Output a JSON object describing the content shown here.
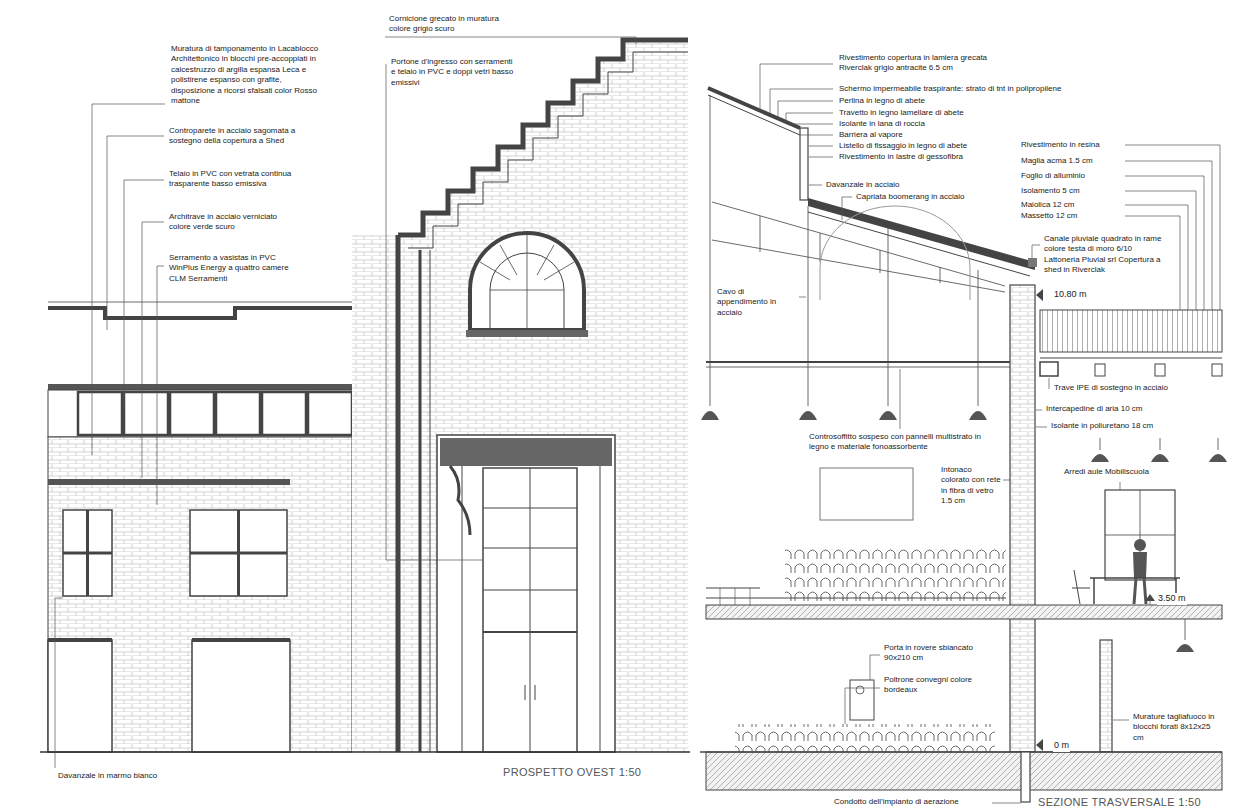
{
  "diagram": {
    "labels": [
      "Muratura di tamponamento in Lacablocco Architettonico in blocchi pre-accoppiati in calcestruzzo di argilla espansa Leca e polistirene espanso con grafite, disposizione a ricorsi sfalsati color Rosso mattone",
      "Controparete in acciaio sagomata a sostegno della copertura a Shed",
      "Telaio in PVC con vetrata continua trasparente basso emissiva",
      "Architrave in acciaio verniciato colore verde scuro",
      "Serramento a vasistas in PVC WinPlus Energy a quattro camere CLM Serramenti",
      "Cornicione grecato in muratura colore grigio scuro",
      "Portone d'ingresso con serramenti e telaio in PVC e doppi vetri basso emissivi",
      "Davanzale in marmo bianco",
      "PROSPETTO OVEST 1:50",
      "Rivestimento copertura in lamiera grecata Riverclak grigio antracite 6.5 cm",
      "Schermo impermeabile traspirante: strato di tnt in polipropilene",
      "Perlina in legno di abete",
      "Travetto in legno lamellare di abete",
      "Isolante in lana di roccia",
      "Barriera al vapore",
      "Listello di fissaggio in legno di abete",
      "Rivestimento in lastre di gessofibra",
      "Davanzale in acciaio",
      "Capriata boomerang in acciaio",
      "Rivestimento in resina",
      "Maglia acma 1.5 cm",
      "Foglio di alluminio",
      "Isolamento 5 cm",
      "Maiolica 12 cm",
      "Massetto 12 cm",
      "Canale pluviale quadrato in rame colore testa di moro 6/10 Lattoneria Pluvial srl Copertura a shed in Riverclak",
      "10.80 m",
      "Cavo di appendimento in acciaio",
      "Trave IPE di sostegno in acciaio",
      "Intercapedine di aria 10 cm",
      "Isolante in poliuretano 18 cm",
      "Controsoffitto sospeso con pannelli multistrato in legno e materiale fonoassorbente",
      "Intonaco colorato con rete in fibra di vetro 1.5 cm",
      "Arredi aule Mobiliscuola",
      "3.50 m",
      "Porta in rovere sbiancato 90x210 cm",
      "Poltrone convegni colore bordeaux",
      "Murature tagliafuoco in blocchi forati 8x12x25 cm",
      "0 m",
      "Condotto dell'impianto di aerazione",
      "SEZIONE TRASVERSALE 1:50"
    ]
  }
}
